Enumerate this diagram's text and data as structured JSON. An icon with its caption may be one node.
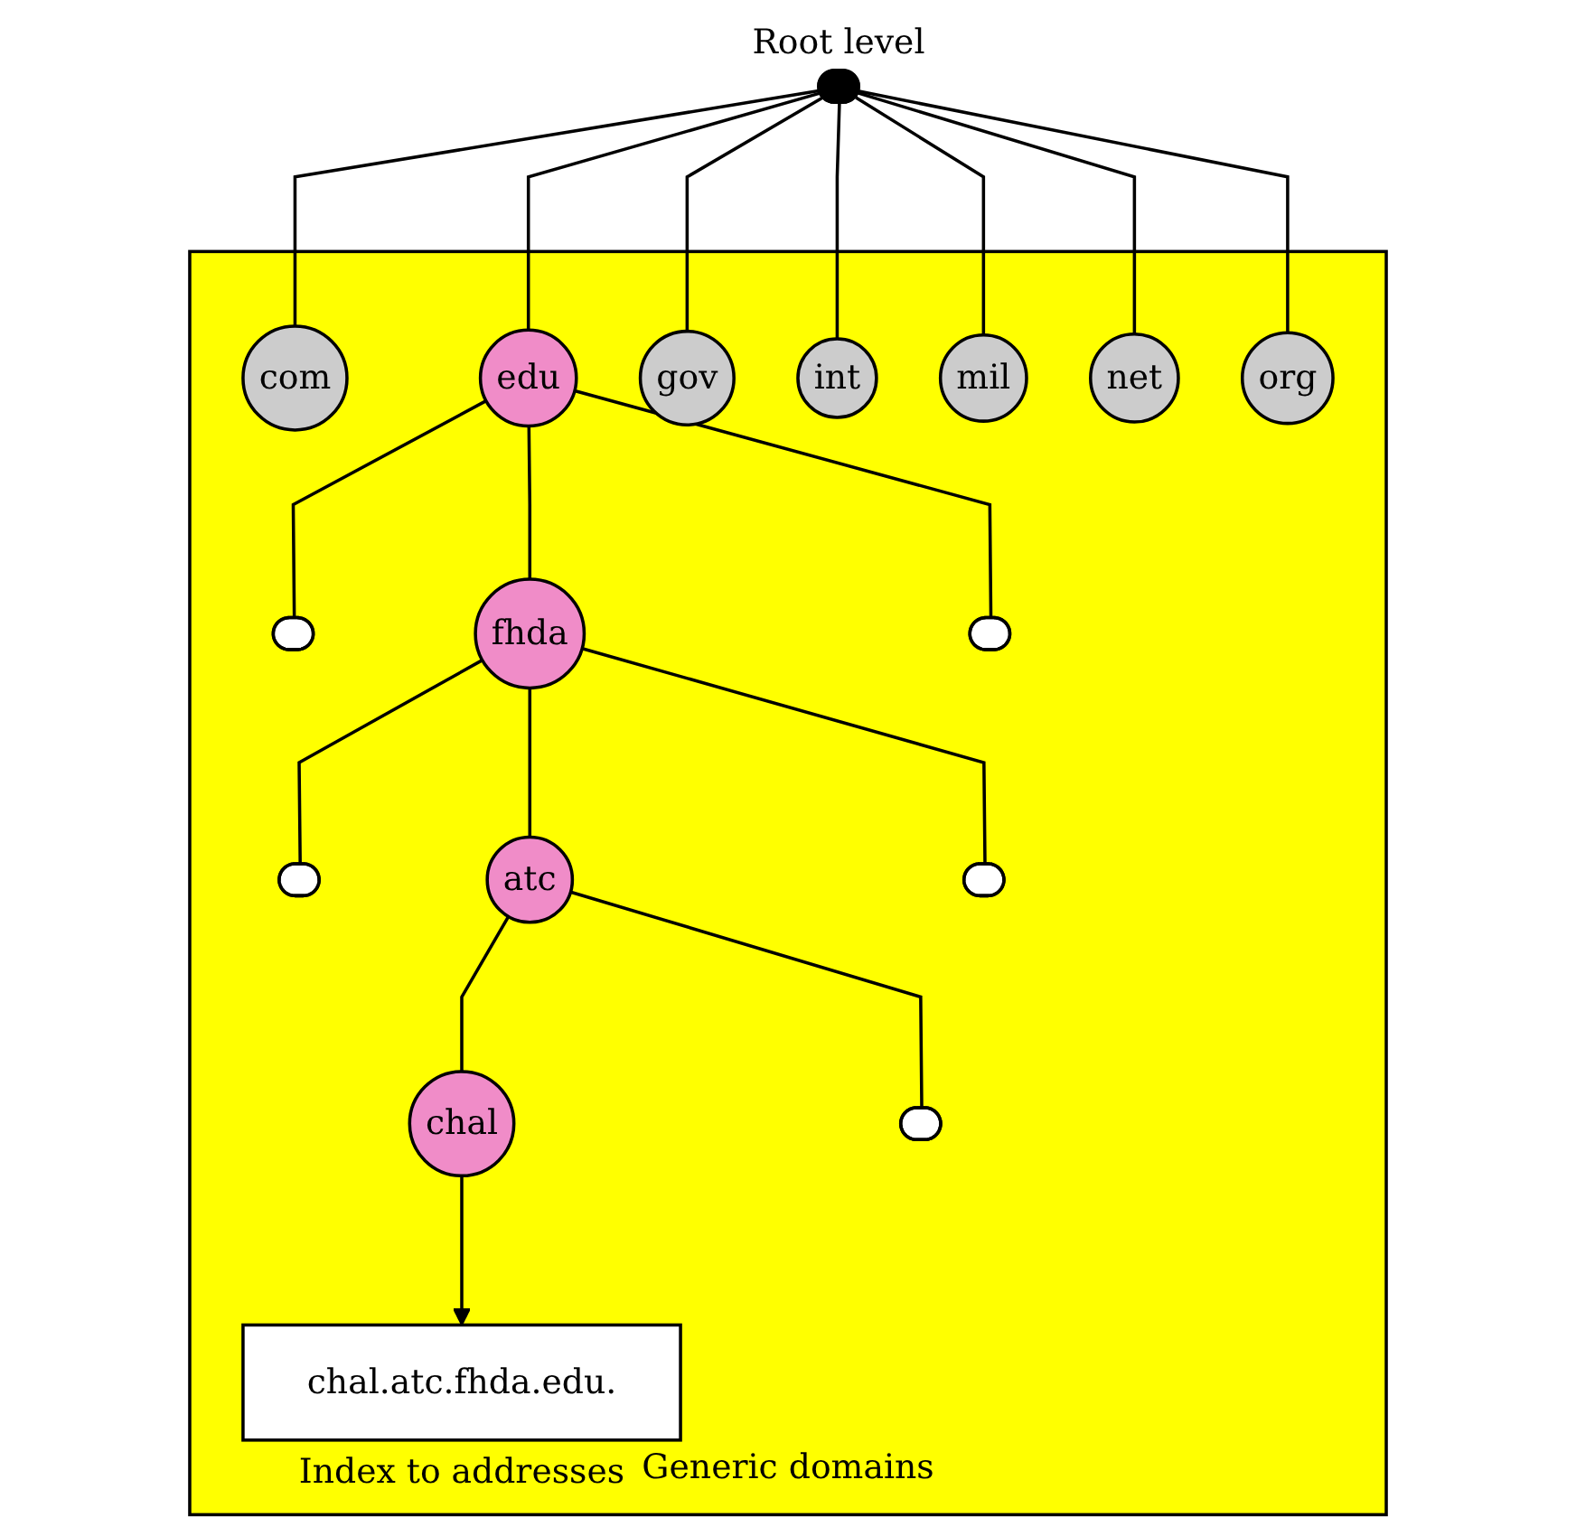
{
  "diagram": {
    "nodes": [
      {
        "text": [],
        "shape": "ellipse",
        "beside": [
          "Root level"
        ]
      },
      {
        "text": [
          "Generic domains"
        ]
      },
      {
        "text": [
          "com"
        ],
        "in": 1
      },
      {
        "text": [
          "edu"
        ],
        "in": 1
      },
      {
        "text": [
          "gov"
        ],
        "in": 1
      },
      {
        "text": [
          "int"
        ],
        "in": 1
      },
      {
        "text": [
          "mil"
        ],
        "in": 1
      },
      {
        "text": [
          "net"
        ],
        "in": 1
      },
      {
        "text": [
          "org"
        ],
        "in": 1
      },
      {
        "text": [],
        "shape": "ellipse",
        "in": 1
      },
      {
        "text": [
          "fhda"
        ],
        "in": 1
      },
      {
        "text": [],
        "shape": "ellipse",
        "in": 1
      },
      {
        "text": [],
        "shape": "ellipse",
        "in": 1
      },
      {
        "text": [
          "atc"
        ],
        "in": 1
      },
      {
        "text": [],
        "shape": "ellipse",
        "in": 1
      },
      {
        "text": [
          "chal"
        ],
        "in": 1
      },
      {
        "text": [],
        "shape": "ellipse",
        "in": 1
      },
      {
        "text": [
          "chal.atc.fhda.edu."
        ],
        "in": 1,
        "beside": [
          "Index to addresses"
        ]
      }
    ],
    "edges": [
      {
        "from": 0,
        "to": 2,
        "arrow": "none"
      },
      {
        "from": 0,
        "to": 3,
        "arrow": "none"
      },
      {
        "from": 0,
        "to": 4,
        "arrow": "none"
      },
      {
        "from": 0,
        "to": 5,
        "arrow": "none"
      },
      {
        "from": 0,
        "to": 6,
        "arrow": "none"
      },
      {
        "from": 0,
        "to": 7,
        "arrow": "none"
      },
      {
        "from": 0,
        "to": 8,
        "arrow": "none"
      },
      {
        "from": 3,
        "to": 9,
        "arrow": "none"
      },
      {
        "from": 3,
        "to": 10,
        "arrow": "none"
      },
      {
        "from": 3,
        "to": 11,
        "arrow": "none"
      },
      {
        "from": 10,
        "to": 12,
        "arrow": "none"
      },
      {
        "from": 10,
        "to": 13,
        "arrow": "none"
      },
      {
        "from": 10,
        "to": 14,
        "arrow": "none"
      },
      {
        "from": 13,
        "to": 15,
        "arrow": "none"
      },
      {
        "from": 13,
        "to": 16,
        "arrow": "none"
      },
      {
        "from": 15,
        "to": 17,
        "arrow": "to"
      }
    ]
  }
}
